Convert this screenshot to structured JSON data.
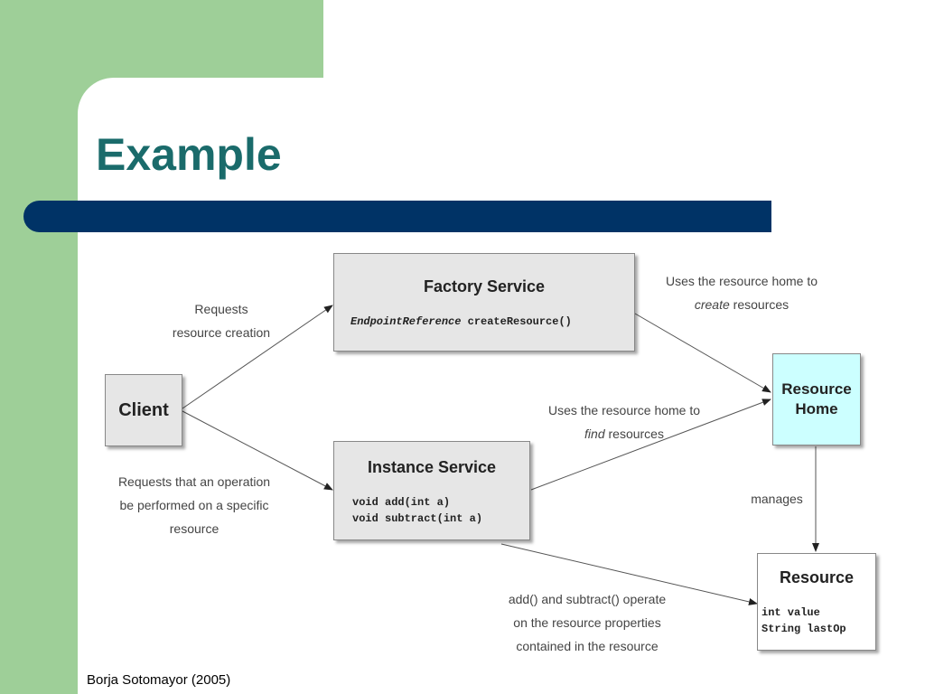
{
  "slide": {
    "title": "Example",
    "footer": "Borja Sotomayor (2005)"
  },
  "colors": {
    "green_panel": "#9ecf98",
    "title_text": "#1a6b6b",
    "blue_bar": "#003366",
    "box_gray": "#e6e6e6",
    "box_cyan": "#ccffff"
  },
  "diagram": {
    "client": {
      "label": "Client"
    },
    "factory": {
      "title": "Factory Service",
      "code_italic": "EndpointReference",
      "code_rest": " createResource()"
    },
    "instance": {
      "title": "Instance Service",
      "code_lines": [
        "void add(int a)",
        "void subtract(int a)"
      ]
    },
    "home": {
      "line1": "Resource",
      "line2": "Home"
    },
    "resource": {
      "title": "Resource",
      "code_lines": [
        "int value",
        "String lastOp"
      ]
    },
    "edge_labels": {
      "requests_creation": [
        "Requests",
        "resource creation"
      ],
      "requests_operation": [
        "Requests that an operation",
        "be performed on a specific",
        "resource"
      ],
      "uses_create_1": "Uses the resource home to",
      "uses_create_em": "create",
      "uses_create_2": " resources",
      "uses_find_1": "Uses the resource home to",
      "uses_find_em": "find",
      "uses_find_2": " resources",
      "manages": "manages",
      "operate": [
        "add() and subtract() operate",
        "on the resource properties",
        "contained in the resource"
      ]
    }
  }
}
